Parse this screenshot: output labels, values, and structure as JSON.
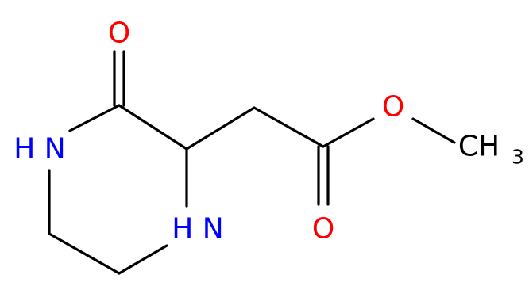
{
  "molecule": {
    "atoms": {
      "carbonyl_oxygen": "O",
      "amide_nitrogen": "H N",
      "amine_nitrogen": "H N",
      "ester_oxygen": "O",
      "ester_carbonyl_oxygen": "O",
      "methyl_carbon": "CH",
      "methyl_subscript": "3"
    },
    "colors": {
      "bond": "#000000",
      "nitrogen": "#0000ff",
      "oxygen": "#ff0000",
      "carbon": "#000000"
    }
  }
}
